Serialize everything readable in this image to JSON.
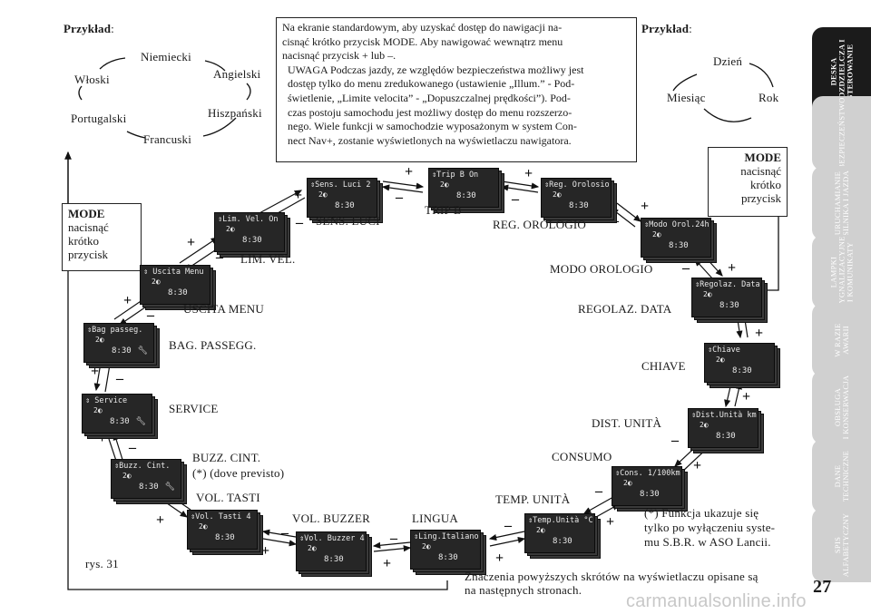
{
  "example_left": {
    "label": "Przykład",
    "languages": [
      "Niemiecki",
      "Angielski",
      "Hiszpański",
      "Francuski",
      "Portugalski",
      "Włoski"
    ]
  },
  "example_right": {
    "label": "Przykład",
    "items": [
      "Dzień",
      "Rok",
      "Miesiąc"
    ]
  },
  "note_text": "Na ekranie standardowym, aby uzyskać dostęp do nawigacji na-\ncisnąć krótko przycisk MODE. Aby nawigować wewnątrz menu\nnacisnąć przycisk + lub –.\n  UWAGA Podczas jazdy, ze względów bezpieczeństwa możliwy jest\n  dostęp tylko do menu zredukowanego (ustawienie „Illum.” - Pod-\n  świetlenie, „Limite velocita” - „Dopuszczalnej prędkości”). Pod-\n  czas postoju samochodu jest możliwy dostęp do menu rozszerzo-\n  nego. Wiele funkcji w samochodzie wyposażonym w system Con-\n  nect Nav+, zostanie wyświetlonych na wyświetlaczu nawigatora.",
  "mode_left": {
    "title": "MODE",
    "text": "nacisnąć\nkrótko\nprzycisk"
  },
  "mode_right": {
    "title": "MODE",
    "text": "nacisnąć\nkrótko\nprzycisk"
  },
  "displays": [
    {
      "id": "trip",
      "line1": "⇕Trip B    On",
      "clock": "8:30",
      "label": "TRIP B"
    },
    {
      "id": "orol",
      "line1": "⇕Reg. Orolosio",
      "clock": "8:30",
      "label": "REG. OROLOGIO"
    },
    {
      "id": "modo",
      "line1": "⇕Modo Orol.24h",
      "clock": "8:30",
      "label": "MODO OROLOGIO"
    },
    {
      "id": "data",
      "line1": "⇕Regolaz. Data",
      "clock": "8:30",
      "label": "REGOLAZ. DATA"
    },
    {
      "id": "chiave",
      "line1": "⇕Chiave",
      "clock": "8:30",
      "label": "CHIAVE"
    },
    {
      "id": "dist",
      "line1": "⇕Dist.Unità km",
      "clock": "8:30",
      "label": "DIST. UNITÀ"
    },
    {
      "id": "cons",
      "line1": "⇕Cons. 1/100km",
      "clock": "8:30",
      "label": "CONSUMO"
    },
    {
      "id": "temp",
      "line1": "⇕Temp.Unità °C",
      "clock": "8:30",
      "label": "TEMP. UNITÀ"
    },
    {
      "id": "ling",
      "line1": "⇕Ling.Italiano",
      "clock": "8:30",
      "label": "LINGUA"
    },
    {
      "id": "buzzer",
      "line1": "⇕Vol. Buzzer 4",
      "clock": "8:30",
      "label": "VOL. BUZZER"
    },
    {
      "id": "tasti",
      "line1": "⇕Vol. Tasti  4",
      "clock": "8:30",
      "label": "VOL. TASTI"
    },
    {
      "id": "cint",
      "line1": "⇕Buzz. Cint.",
      "clock": "8:30",
      "label": "BUZZ. CINT.",
      "label2": "(*) (dove previsto)"
    },
    {
      "id": "service",
      "line1": "⇕  Service",
      "clock": "8:30",
      "label": "SERVICE"
    },
    {
      "id": "bag",
      "line1": "⇕Bag passeg.",
      "clock": "8:30",
      "label": "BAG. PASSEGG."
    },
    {
      "id": "uscita",
      "line1": "⇕ Uscita Menu",
      "clock": "8:30",
      "label": "USCITA MENU"
    },
    {
      "id": "lim",
      "line1": "⇕Lim. Vel.  On",
      "clock": "8:30",
      "label": "LIM. VEL."
    },
    {
      "id": "sens",
      "line1": "⇕Sens. Luci 2",
      "clock": "8:30",
      "label": "SENS. LUCI"
    }
  ],
  "footnote": "(*) Funkcja ukazuje się\ntylko po wyłączeniu syste-\nmu S.B.R. w ASO Lancii.",
  "bottom_note": "Znaczenia powyższych skrótów na wyświetlaczu opisane są\nna następnych stronach.",
  "figure_label": "rys. 31",
  "page_number": "27",
  "watermark": "carmanualsonline.info",
  "side_tabs": [
    {
      "label": "DESKA\nROZDZIELCZA I\nSTEROWANIE",
      "active": true
    },
    {
      "label": "BEZPIECZEŃSTWO",
      "active": false
    },
    {
      "label": "URUCHAMIANIE\nSILNIKA I JAZDA",
      "active": false
    },
    {
      "label": "LAMPKI\nSYGNALIZACYJNE\nI KOMUNIKATY",
      "active": false
    },
    {
      "label": "W RAZIE\nAWARII",
      "active": false
    },
    {
      "label": "OBSŁUGA\nI KONSERWACJA",
      "active": false
    },
    {
      "label": "DANE\nTECHNICZNE",
      "active": false
    },
    {
      "label": "SPIS\nALFABETYCZNY",
      "active": false
    }
  ]
}
